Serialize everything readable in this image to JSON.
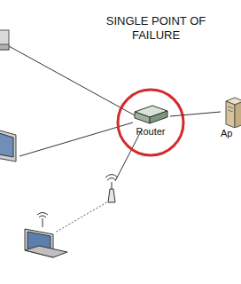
{
  "diagram": {
    "title": "SINGLE POINT OF FAILURE",
    "nodes": [
      {
        "text": [
          "Router"
        ]
      },
      {
        "text": [
          "Ap"
        ]
      }
    ],
    "edges": [
      {
        "from": 0,
        "to": 1,
        "arrow": "none"
      }
    ]
  }
}
